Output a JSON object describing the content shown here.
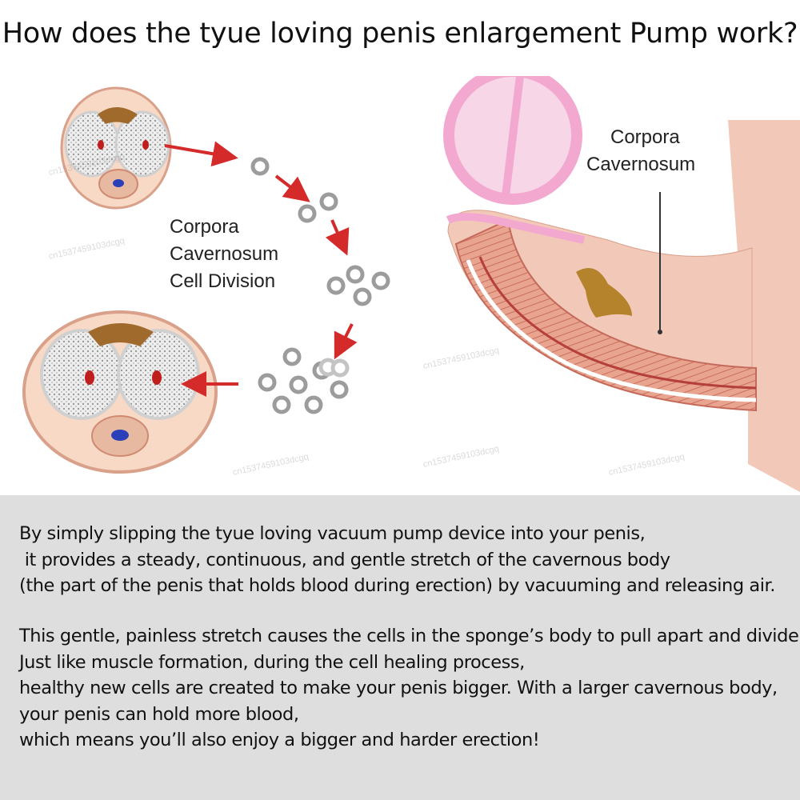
{
  "title": "How does the tyue loving penis enlargement Pump work?",
  "labels": {
    "cell_division": [
      "Corpora",
      "Cavernosum",
      "Cell Division"
    ],
    "corpora": [
      "Corpora",
      "Cavernosum"
    ]
  },
  "watermark": "cn1537459103dcgq",
  "body": {
    "paragraph1": [
      "By simply slipping the tyue loving vacuum pump device into your penis,",
      " it provides a steady, continuous, and gentle stretch of the cavernous body",
      "(the part of the penis that holds blood during erection) by vacuuming and releasing air."
    ],
    "paragraph2": [
      "This gentle, painless stretch causes the cells in the sponge’s body to pull apart and divide.",
      "Just like muscle formation, during the cell healing process,",
      "healthy new cells are created to make your penis bigger. With a larger cavernous body,",
      "your penis can hold more blood,",
      "which means you’ll also enjoy a bigger and harder erection!"
    ]
  },
  "colors": {
    "arrow": "#d42a2a",
    "panel_bg": "#dedede",
    "tissue": "#d9a08a",
    "pump": "#f4b6d6"
  }
}
